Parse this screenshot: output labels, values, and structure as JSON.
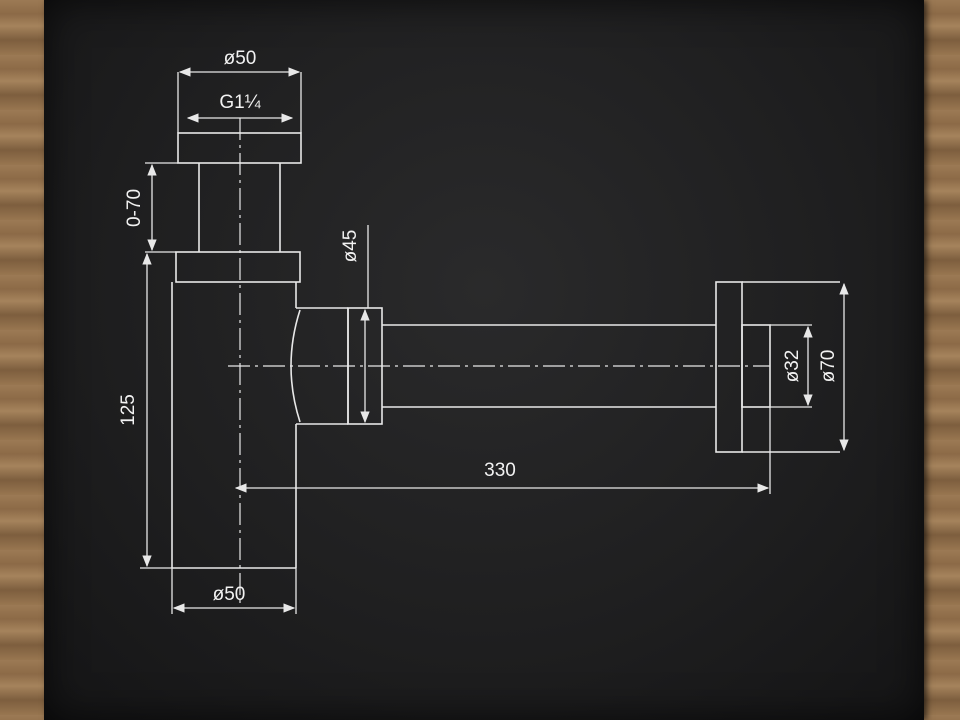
{
  "labels": {
    "top_outer_diameter": "ø50",
    "thread": "G1¼",
    "height_adjust": "0-70",
    "body_height": "125",
    "outlet_diameter": "ø45",
    "length": "330",
    "pipe_diameter": "ø32",
    "flange_diameter": "ø70",
    "bottom_diameter": "ø50"
  },
  "colors": {
    "background": "#1f1f20",
    "linework": "#e8e8e8"
  }
}
